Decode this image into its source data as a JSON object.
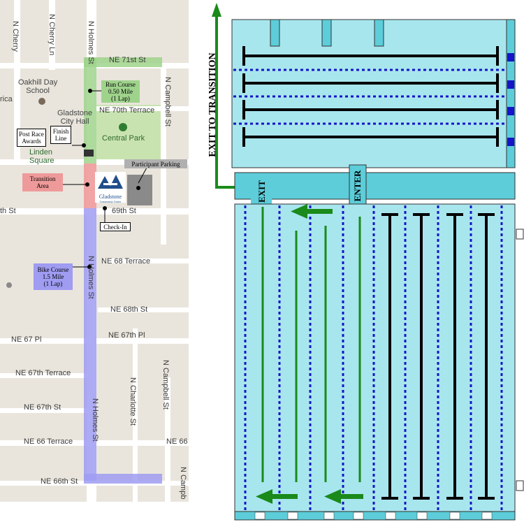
{
  "map": {
    "streets": {
      "ne_71st": "NE 71st St",
      "ne_70th_terrace": "NE 70th Terrace",
      "ne_69th": "69th St",
      "ne_69th_left": "th St",
      "ne_68_terrace": "NE 68 Terrace",
      "ne_68th": "NE 68th St",
      "ne_67_pl": "NE 67 Pl",
      "ne_67th_pl": "NE 67th Pl",
      "ne_67th_terrace": "NE 67th Terrace",
      "ne_67th": "NE 67th St",
      "ne_66_terrace": "NE 66 Terrace",
      "ne_66_right": "NE 66",
      "ne_66th": "NE 66th St",
      "n_cherry": "N Cherry",
      "n_cherry_ln": "N Cherry Ln",
      "n_holmes_top": "N Holmes St",
      "n_holmes_mid": "N Holmes St",
      "n_holmes_low": "N Holmes St",
      "n_campbell_top": "N Campbell St",
      "n_campbell_low": "N Campbell St",
      "n_charlotte": "N Charlotte St",
      "n_campb_cut": "N Campb"
    },
    "places": {
      "oakhill": "Oakhill Day\nSchool",
      "city_hall": "Gladstone\nCity Hall",
      "central_park": "Central Park",
      "linden": "Linden\nSquare",
      "rica": "rica"
    },
    "labels": {
      "run_course": "Run Course\n0.50 Mile\n(1 Lap)",
      "post_race": "Post Race\nAwards",
      "finish": "Finish\nLine",
      "transition": "Transition\nArea",
      "parking": "Participant Parking",
      "check_in": "Check-In",
      "bike_course": "Bike Course\n1.5 Mile\n(1 Lap)",
      "logo_name": "Gladstone",
      "logo_sub": "Community Center"
    },
    "colors": {
      "run": "#9fd38c",
      "transition": "#ef9a9a",
      "bike": "#9f9cf2",
      "parking": "#8a8a8a"
    }
  },
  "pool": {
    "exit_to_transition": "EXIT TO TRANSITION",
    "exit": "EXIT",
    "enter": "ENTER",
    "colors": {
      "water": "#a8e6ee",
      "deck": "#5ccdd9",
      "lane_rope": "#1414c8",
      "lane_marker": "#000000",
      "path": "#1a8a1a"
    }
  }
}
